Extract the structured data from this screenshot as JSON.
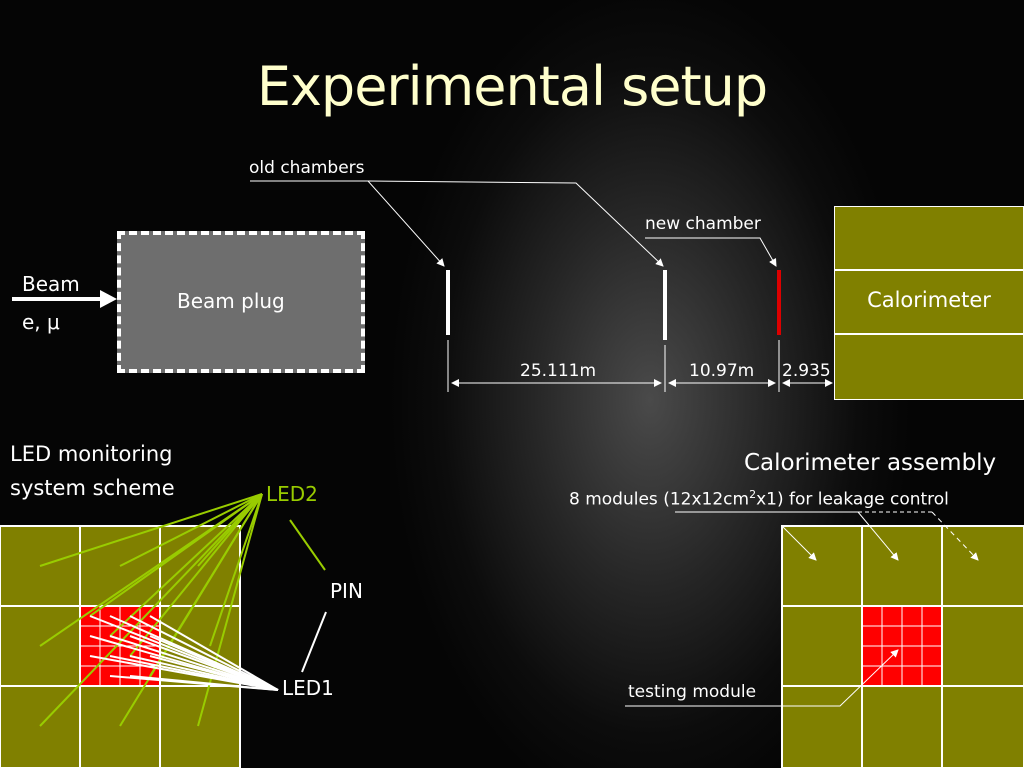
{
  "slide": {
    "title": "Experimental setup"
  },
  "setup": {
    "beam_label": "Beam",
    "beam_particles": "e, μ",
    "beam_plug": "Beam plug",
    "old_chambers": "old chambers",
    "new_chamber": "new chamber",
    "calorimeter": "Calorimeter",
    "distances": [
      "25.111m",
      "10.97m",
      "2.935"
    ]
  },
  "led_scheme": {
    "title_line1": "LED monitoring",
    "title_line2": "system scheme",
    "led2": "LED2",
    "pin": "PIN",
    "led1": "LED1"
  },
  "assembly": {
    "title": "Calorimeter assembly",
    "modules_note_a": "8 modules (12x12cm",
    "modules_note_sup": "2",
    "modules_note_b": "x1) for leakage control",
    "testing_module": "testing module"
  },
  "colors": {
    "module": "#808000",
    "test_module": "#ff0000",
    "led2_lines": "#99cc00",
    "title": "#ffffcc",
    "new_chamber": "#dd0000"
  }
}
